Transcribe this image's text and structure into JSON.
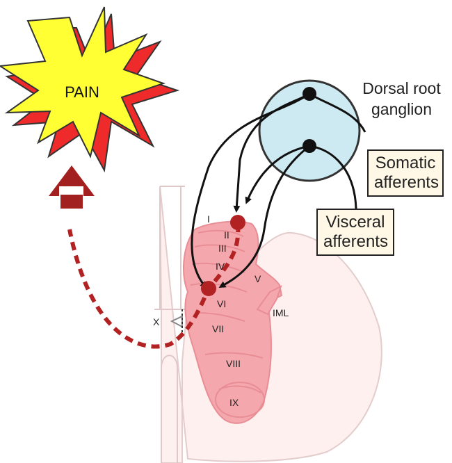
{
  "pain_label": "PAIN",
  "drg": {
    "line1": "Dorsal root",
    "line2": "ganglion"
  },
  "somatic": {
    "line1": "Somatic",
    "line2": "afferents"
  },
  "visceral": {
    "line1": "Visceral",
    "line2": "afferents"
  },
  "laminae": [
    "I",
    "II",
    "III",
    "IV",
    "V",
    "VI",
    "VII",
    "VIII",
    "IX",
    "X"
  ],
  "iml_label": "IML",
  "colors": {
    "pathway": "#b22222",
    "pain_star": "#ffff33",
    "pain_shadow": "#ee2a2a",
    "ganglion": "#cde9f1",
    "grey_matter": "#f4a7ad",
    "white_matter": "#fff0f0",
    "label_box": "#fff8e6"
  }
}
